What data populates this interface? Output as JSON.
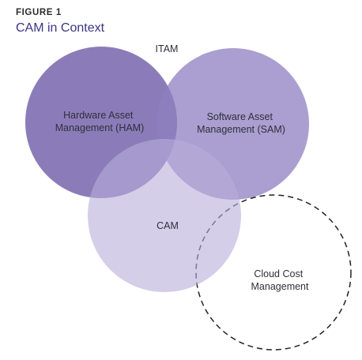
{
  "figure": {
    "label": "FIGURE 1",
    "title": "CAM in Context"
  },
  "diagram": {
    "type": "venn",
    "group_label": "ITAM",
    "circles": [
      {
        "id": "ham",
        "lines": [
          "Hardware Asset",
          "Management (HAM)"
        ],
        "color": "#6e5ba8",
        "opacity": 0.8,
        "style": "filled"
      },
      {
        "id": "sam",
        "lines": [
          "Software Asset",
          "Management (SAM)"
        ],
        "color": "#8e7fc0",
        "opacity": 0.75,
        "style": "filled"
      },
      {
        "id": "cam",
        "lines": [
          "CAM"
        ],
        "color": "#b9aedb",
        "opacity": 0.6,
        "style": "filled"
      },
      {
        "id": "ccm",
        "lines": [
          "Cloud Cost",
          "Management"
        ],
        "color": "#222222",
        "style": "dashed-outline"
      }
    ]
  }
}
